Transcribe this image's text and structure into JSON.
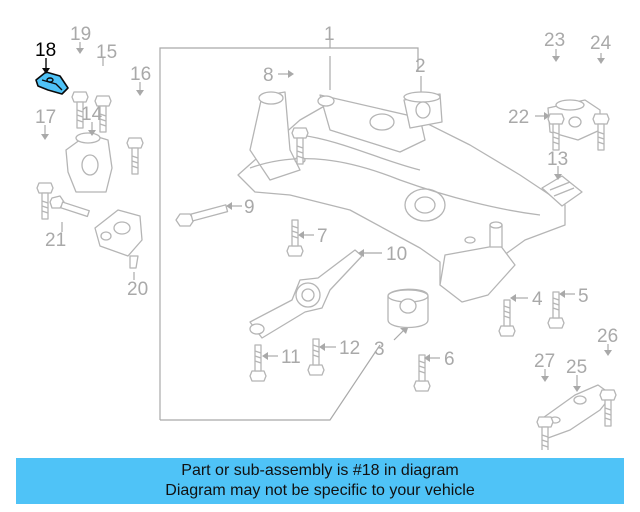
{
  "diagram": {
    "highlighted_part": "18",
    "callouts": [
      "1",
      "2",
      "3",
      "4",
      "5",
      "6",
      "7",
      "8",
      "9",
      "10",
      "11",
      "12",
      "13",
      "14",
      "15",
      "16",
      "17",
      "18",
      "19",
      "20",
      "21",
      "22",
      "23",
      "24",
      "25",
      "26",
      "27"
    ]
  },
  "banner": {
    "line1": "Part or sub-assembly is #18 in diagram",
    "line2": "Diagram may not be specific to your vehicle"
  },
  "colors": {
    "highlight": "#4fc3f7",
    "banner": "#4fc3f7",
    "callout_gray": "#a9a9a9",
    "callout_active": "#000000"
  }
}
